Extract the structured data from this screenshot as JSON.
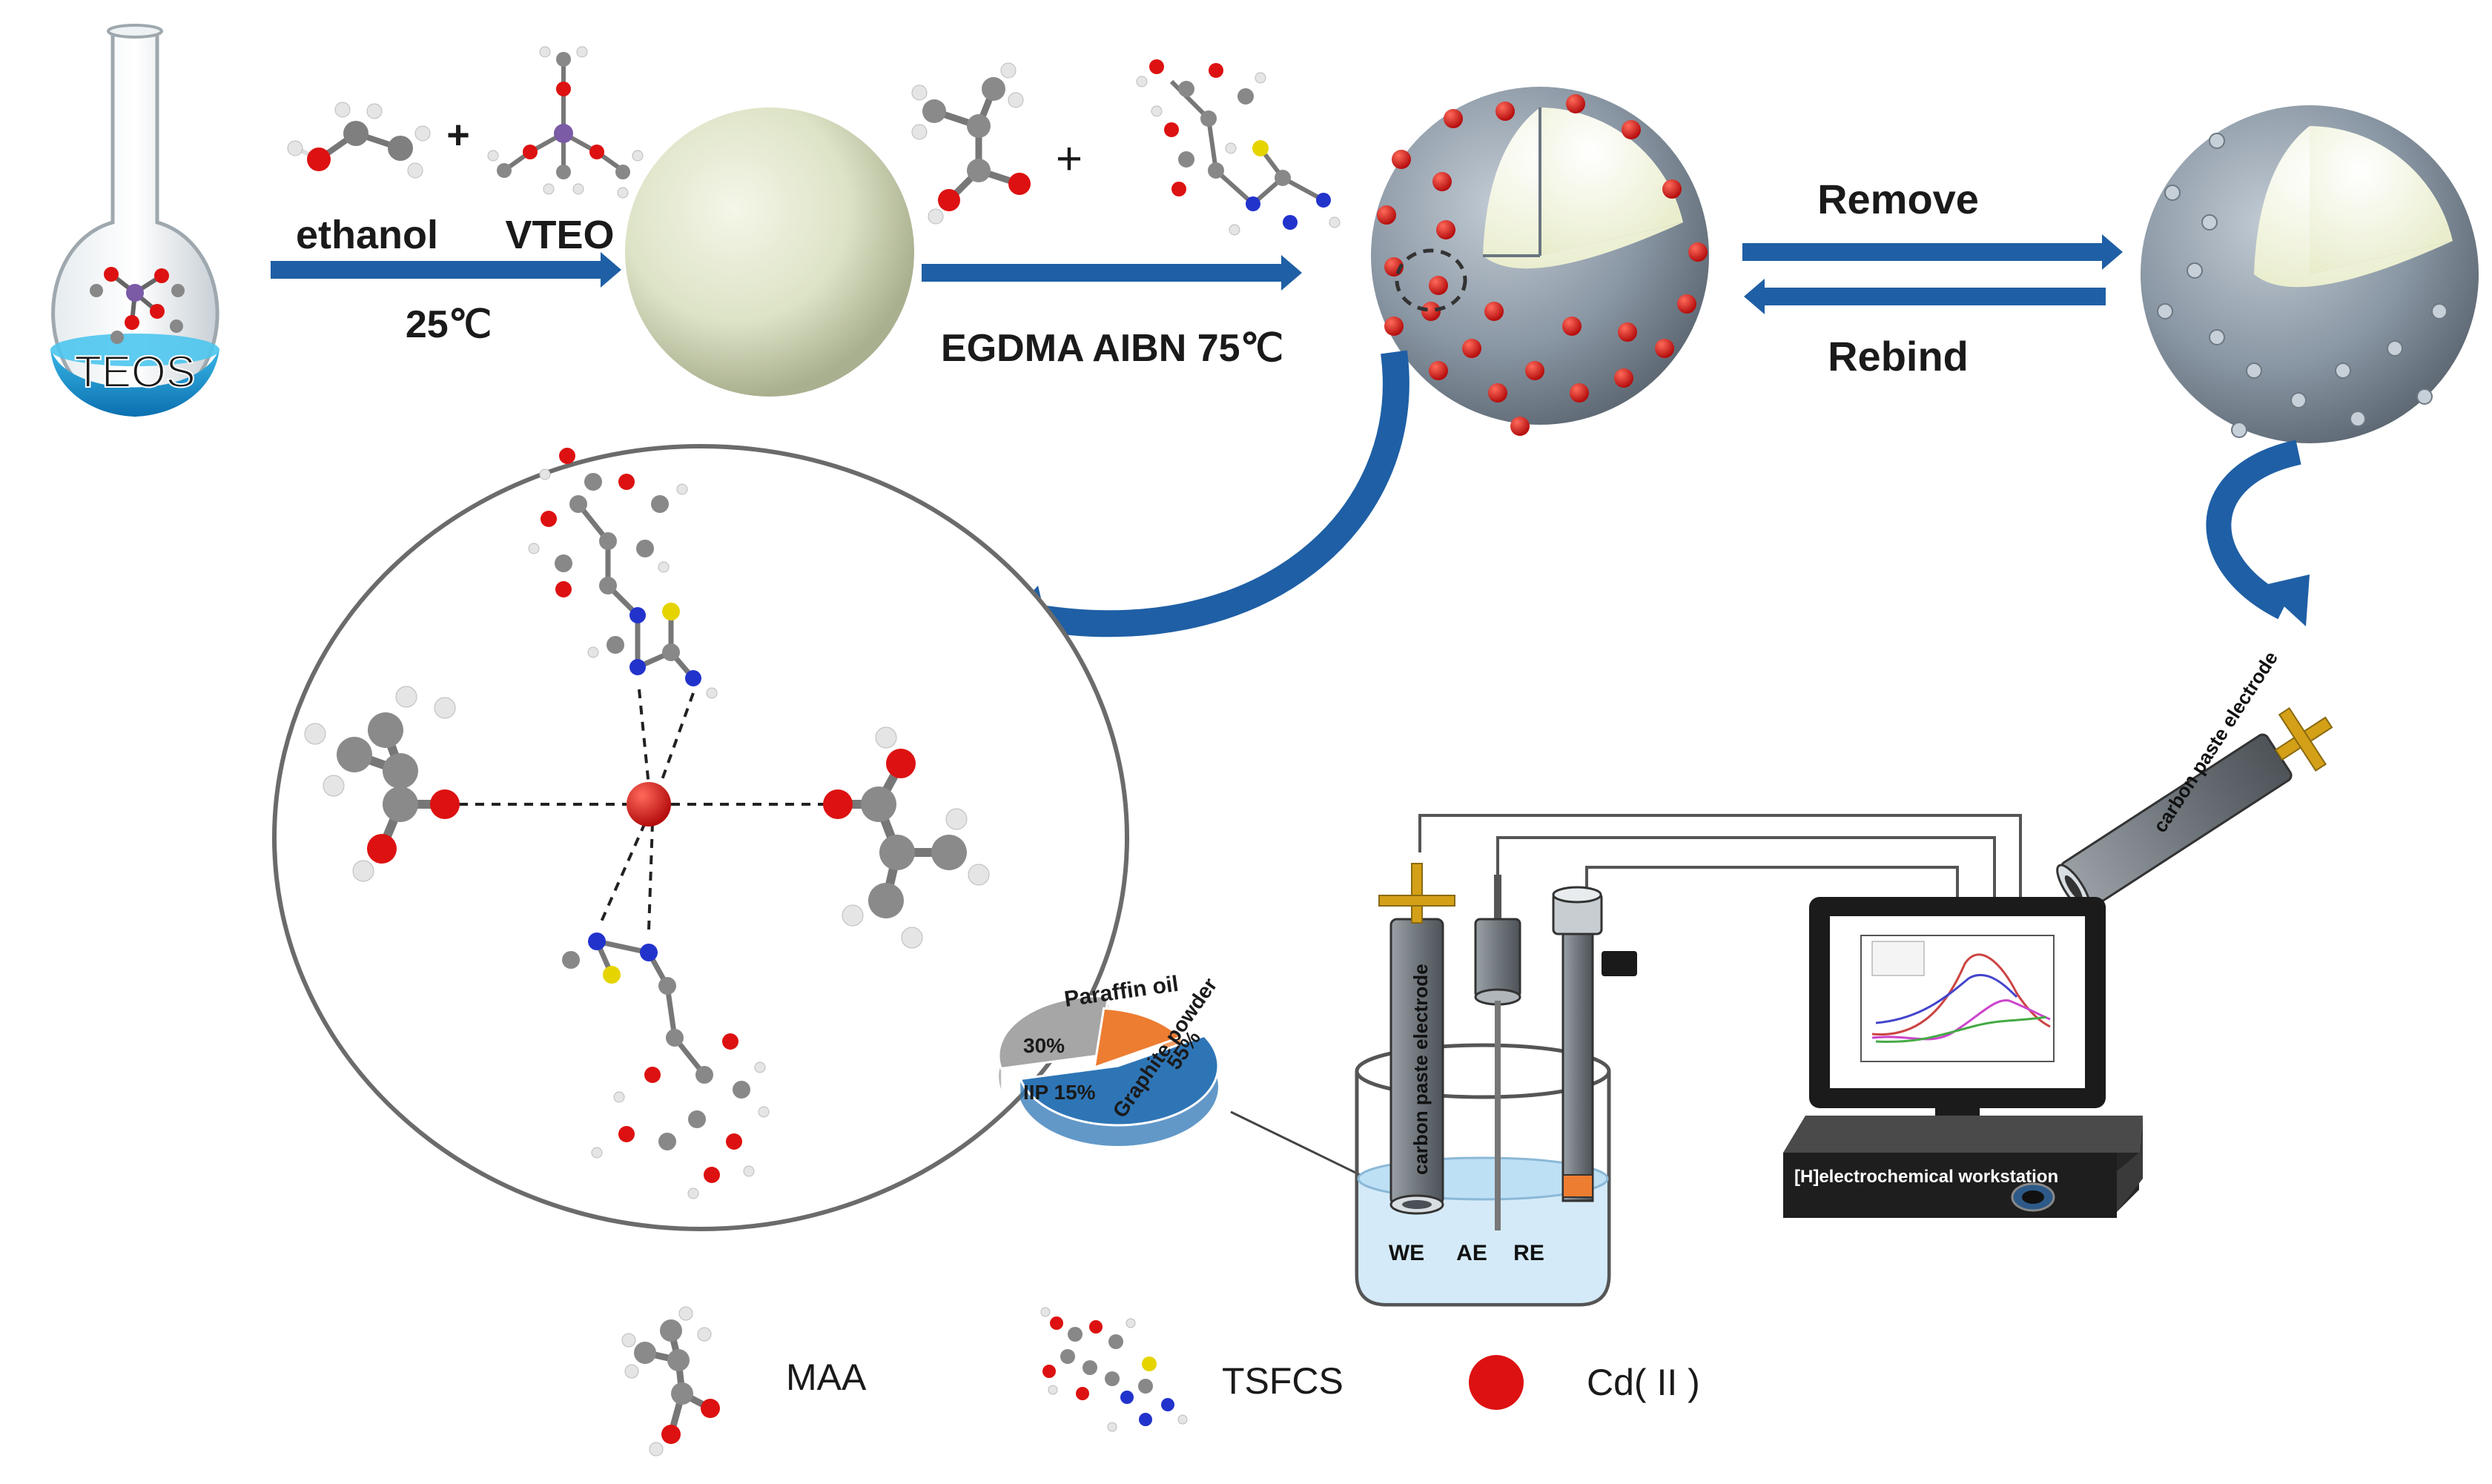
{
  "labels": {
    "teos": "TEOS",
    "ethanol": "ethanol",
    "vteo": "VTEO",
    "plus": "+",
    "temp1": "25℃",
    "step2": "EGDMA AIBN 75℃",
    "remove": "Remove",
    "rebind": "Rebind",
    "electrode_tilted": "carbon paste electrode",
    "electrode_we": "carbon paste electrode",
    "we": "WE",
    "ae": "AE",
    "re": "RE",
    "workstation": "[H]electrochemical workstation"
  },
  "pie": {
    "paraffin_name": "Paraffin oil",
    "paraffin_pct": "30%",
    "iip": "IIP 15%",
    "graphite_name": "Graphite powder",
    "graphite_pct": "55%",
    "values": [
      30,
      15,
      55
    ],
    "colors": [
      "#a6a6a6",
      "#ed7d31",
      "#2e75b6"
    ]
  },
  "legend": {
    "maa": "MAA",
    "tsfcs": "TSFCS",
    "cd": "Cd( II )"
  },
  "colors": {
    "arrow_blue": "#1f5fa5",
    "shell_gray": "#8a97a4",
    "core_cream": "#f3f5df",
    "cd_red": "#dd1111",
    "sphere_green": "#dde3c6",
    "solution_blue": "#cfe8f7"
  }
}
